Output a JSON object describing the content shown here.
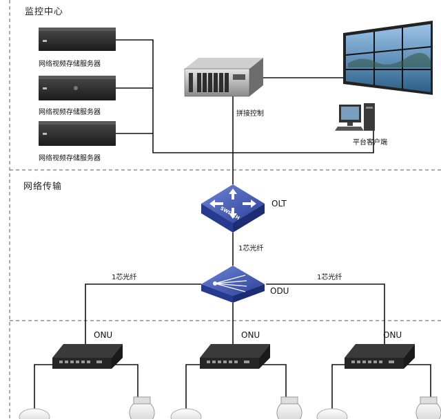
{
  "sections": {
    "monitor_center": "监控中心",
    "network_transmission": "网络传输"
  },
  "devices": {
    "nvr_label": "网络视频存储服务器",
    "splice_control": "拼接控制",
    "platform_client": "平台客户端",
    "olt": "OLT",
    "odu": "ODU",
    "onu": "ONU",
    "switch_text": "SWITCH"
  },
  "links": {
    "fiber_1core": "1芯光纤"
  },
  "colors": {
    "line": "#111111",
    "dash": "#777777",
    "switch_blue": "#3a4fa8",
    "device_dark": "#2a2a2a"
  }
}
